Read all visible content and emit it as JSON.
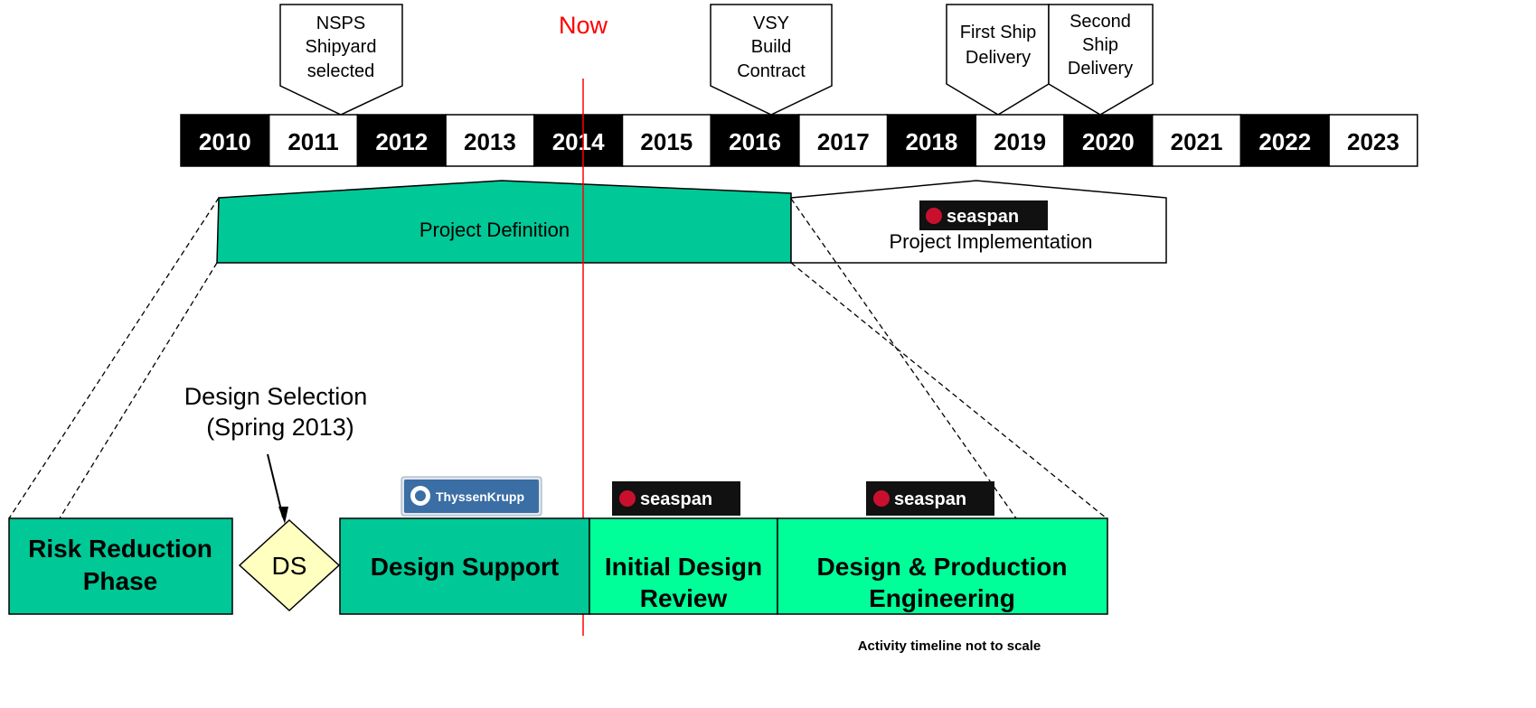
{
  "milestones": {
    "nsps": [
      "NSPS",
      "Shipyard",
      "selected"
    ],
    "now": "Now",
    "vsy": [
      "VSY",
      "Build",
      "Contract"
    ],
    "first_ship": [
      "First Ship",
      "Delivery"
    ],
    "second_ship": [
      "Second",
      "Ship",
      "Delivery"
    ]
  },
  "timeline": {
    "years": [
      "2010",
      "2011",
      "2012",
      "2013",
      "2014",
      "2015",
      "2016",
      "2017",
      "2018",
      "2019",
      "2020",
      "2021",
      "2022",
      "2023"
    ]
  },
  "phases": {
    "project_definition": "Project Definition",
    "project_implementation": "Project Implementation"
  },
  "logos": {
    "seaspan": "seaspan",
    "thyssenkrupp": "ThyssenKrupp"
  },
  "design_selection": {
    "line1": "Design Selection",
    "line2": "(Spring 2013)"
  },
  "activities": {
    "risk_reduction": [
      "Risk Reduction",
      "Phase"
    ],
    "ds": "DS",
    "design_support": "Design Support",
    "initial_design_review": [
      "Initial Design",
      "Review"
    ],
    "design_production": [
      "Design & Production",
      "Engineering"
    ]
  },
  "note": "Activity timeline not to scale",
  "colors": {
    "now_line": "#ff0000",
    "phase_teal": "#00c896",
    "bright_green": "#00ff99",
    "ds_diamond": "#ffffc0",
    "year_dark": "#000000",
    "year_light": "#ffffff"
  }
}
